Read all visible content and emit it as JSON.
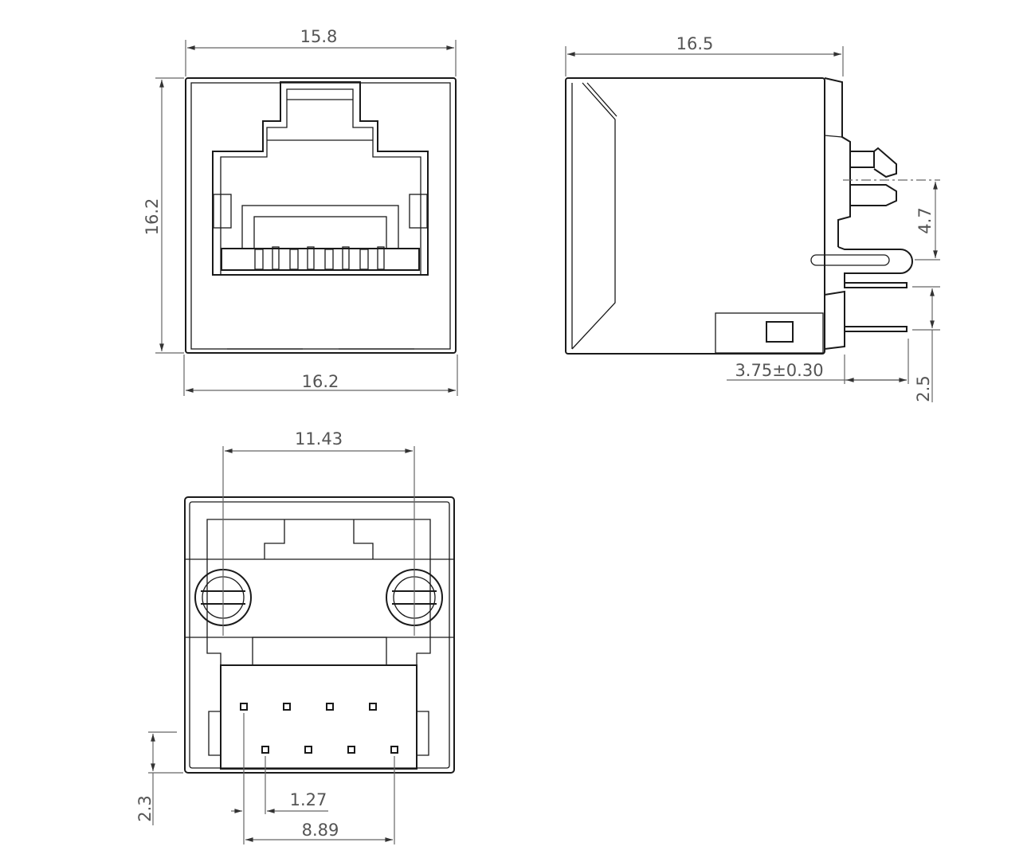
{
  "dimensions": {
    "front_width_top": "15.8",
    "front_height": "16.2",
    "front_width_bottom": "16.2",
    "side_depth": "16.5",
    "side_tab_pitch": "4.7",
    "side_pin_offset": "3.75±0.30",
    "side_pin_length": "2.5",
    "bottom_post_spacing": "11.43",
    "bottom_row_offset": "2.3",
    "bottom_pin_pitch": "1.27",
    "bottom_pin_span": "8.89"
  },
  "colors": {
    "line": "#1a1a1a",
    "dimension": "#666666",
    "background": "#ffffff"
  }
}
